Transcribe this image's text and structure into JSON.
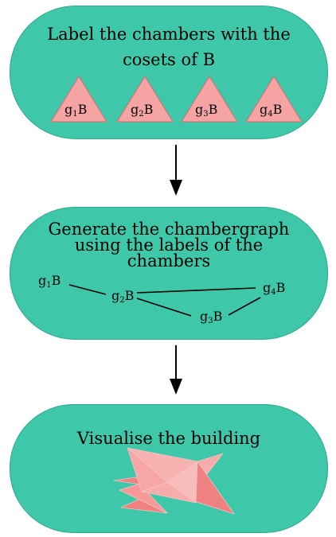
{
  "colors": {
    "stage_fill": "#3ec8a9",
    "chamber_fill": "#f5a3a3",
    "chamber_stroke": "#d96a6a",
    "building_dark": "#f08181",
    "building_light": "#f8b2b2",
    "arrow": "#000000"
  },
  "stage1": {
    "title_line1": "Label the chambers with the",
    "title_line2": "cosets of B",
    "chambers": [
      {
        "g": "g",
        "sub": "1",
        "b": "B"
      },
      {
        "g": "g",
        "sub": "2",
        "b": "B"
      },
      {
        "g": "g",
        "sub": "3",
        "b": "B"
      },
      {
        "g": "g",
        "sub": "4",
        "b": "B"
      }
    ]
  },
  "stage2": {
    "title_line1": "Generate the chambergraph",
    "title_line2": "using the labels of the",
    "title_line3": "chambers",
    "nodes": [
      {
        "g": "g",
        "sub": "1",
        "b": "B"
      },
      {
        "g": "g",
        "sub": "2",
        "b": "B"
      },
      {
        "g": "g",
        "sub": "3",
        "b": "B"
      },
      {
        "g": "g",
        "sub": "4",
        "b": "B"
      }
    ],
    "edges": [
      [
        "g1B",
        "g2B"
      ],
      [
        "g2B",
        "g4B"
      ],
      [
        "g2B",
        "g3B"
      ],
      [
        "g3B",
        "g4B"
      ]
    ]
  },
  "stage3": {
    "title": "Visualise the building"
  },
  "arrows": [
    "arrow-down-icon",
    "arrow-down-icon"
  ]
}
